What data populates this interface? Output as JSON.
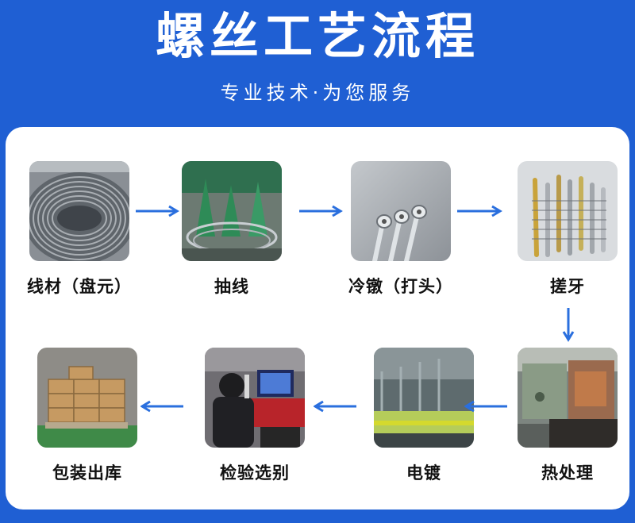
{
  "header": {
    "title": "螺丝工艺流程",
    "subtitle": "专业技术·为您服务"
  },
  "steps": [
    {
      "label": "线材（盘元）",
      "icon": "wire-coil-photo"
    },
    {
      "label": "抽线",
      "icon": "wire-drawing-machine-photo"
    },
    {
      "label": "冷镦（打头）",
      "icon": "cold-heading-photo"
    },
    {
      "label": "搓牙",
      "icon": "thread-rolling-screws-photo"
    },
    {
      "label": "热处理",
      "icon": "heat-treatment-furnace-photo"
    },
    {
      "label": "电镀",
      "icon": "electroplating-line-photo"
    },
    {
      "label": "检验选别",
      "icon": "inspection-microscope-photo"
    },
    {
      "label": "包装出库",
      "icon": "packaged-cartons-photo"
    }
  ],
  "colors": {
    "background": "#1f5fd3",
    "panel": "#ffffff",
    "arrow": "#2a6fde",
    "label": "#111111"
  }
}
